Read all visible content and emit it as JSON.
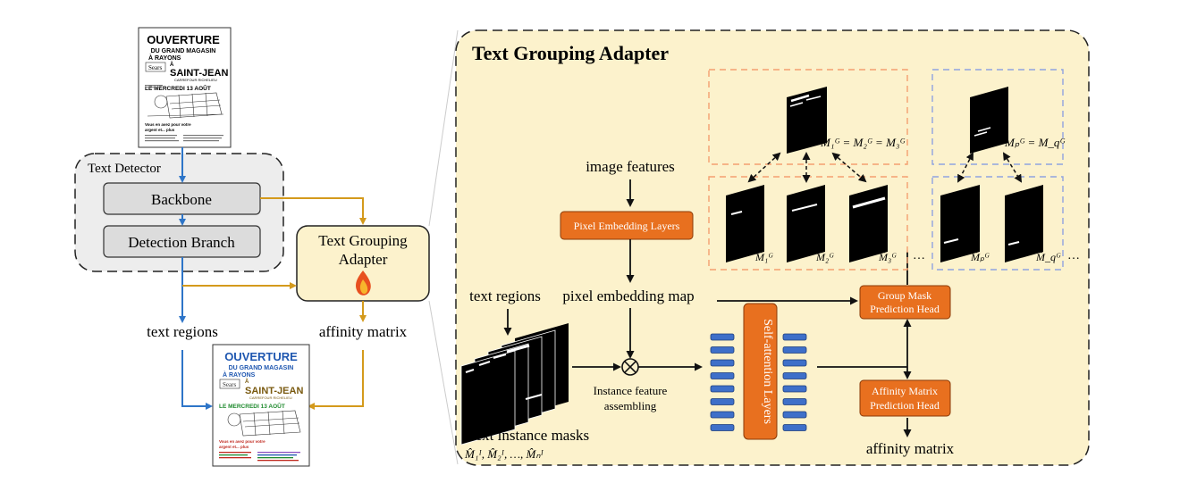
{
  "left": {
    "detector_title": "Text Detector",
    "backbone": "Backbone",
    "detection_branch": "Detection Branch",
    "adapter_line1": "Text Grouping",
    "adapter_line2": "Adapter",
    "text_regions": "text regions",
    "affinity_matrix": "affinity matrix"
  },
  "poster": {
    "line1": "OUVERTURE",
    "line2": "DU GRAND MAGASIN",
    "line3": "À RAYONS",
    "logo": "Sears",
    "a": "À",
    "city": "SAINT-JEAN",
    "sub": "CARREFOUR RICHELIEU",
    "date": "LE MERCREDI 13 AOÛT",
    "tag1": "Vous en avez pour votre",
    "tag2": "argent et... plus"
  },
  "right": {
    "title": "Text Grouping Adapter",
    "image_features": "image features",
    "pixel_embedding_layers": "Pixel Embedding Layers",
    "pixel_embedding_map": "pixel embedding map",
    "text_regions": "text regions",
    "instance_1": "Instance feature",
    "instance_2": "assembling",
    "self_attention": "Self-attention Layers",
    "group_mask_1": "Group Mask",
    "group_mask_2": "Prediction Head",
    "affinity_head_1": "Affinity Matrix",
    "affinity_head_2": "Prediction Head",
    "affinity_matrix": "affinity matrix",
    "text_instance_masks": "text instance masks",
    "mask_list": "M̂₁ᴵ, M̂₂ᴵ, …, M̂ₙᴵ",
    "eq_top_left": "M₁ᴳ = M₂ᴳ = M₃ᴳ",
    "eq_top_right": "Mₚᴳ = M_qᴳ",
    "m1": "M̂₁ᴳ",
    "m2": "M̂₂ᴳ",
    "m3": "M̂₃ᴳ",
    "mp": "M̂ₚᴳ",
    "mq": "M̂_qᴳ",
    "ellipsis": "…"
  },
  "colors": {
    "blue": "#2E75C8",
    "gold": "#D49A1C",
    "orange": "#E8701F",
    "adapter_fill": "#FCF2CC",
    "salmon": "#F3A070",
    "periwinkle": "#8FA3E0"
  }
}
